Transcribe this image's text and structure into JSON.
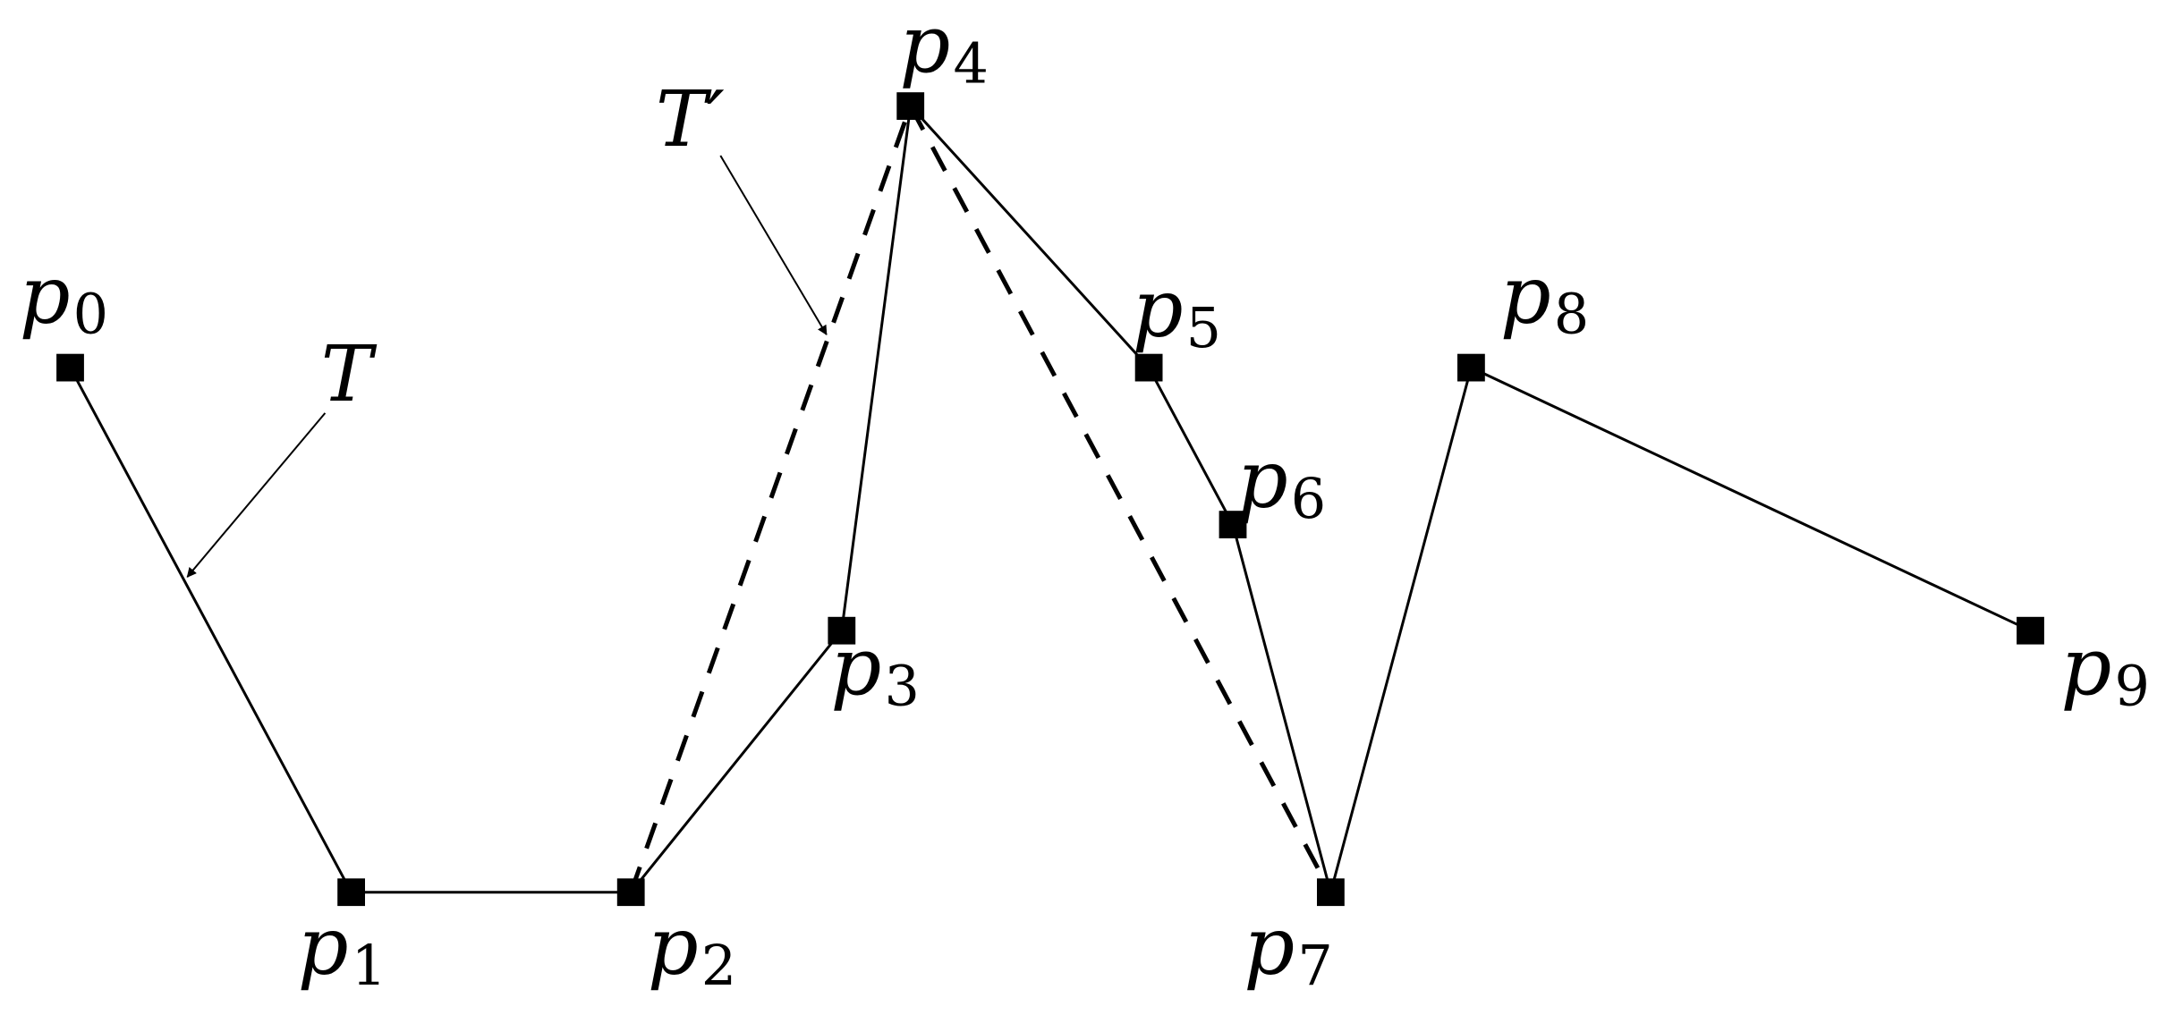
{
  "diagram": {
    "points": [
      {
        "id": "p0",
        "base": "p",
        "sub": "0"
      },
      {
        "id": "p1",
        "base": "p",
        "sub": "1"
      },
      {
        "id": "p2",
        "base": "p",
        "sub": "2"
      },
      {
        "id": "p3",
        "base": "p",
        "sub": "3"
      },
      {
        "id": "p4",
        "base": "p",
        "sub": "4"
      },
      {
        "id": "p5",
        "base": "p",
        "sub": "5"
      },
      {
        "id": "p6",
        "base": "p",
        "sub": "6"
      },
      {
        "id": "p7",
        "base": "p",
        "sub": "7"
      },
      {
        "id": "p8",
        "base": "p",
        "sub": "8"
      },
      {
        "id": "p9",
        "base": "p",
        "sub": "9"
      }
    ],
    "path_T": {
      "label": "T",
      "style": "solid",
      "vertices": [
        "p0",
        "p1",
        "p2",
        "p3",
        "p4",
        "p5",
        "p6",
        "p7",
        "p8",
        "p9"
      ]
    },
    "path_T_prime": {
      "label": "T′",
      "style": "dashed",
      "vertices": [
        "p2",
        "p4",
        "p7"
      ]
    },
    "colors": {
      "ink": "#000000",
      "background": "#ffffff"
    }
  }
}
